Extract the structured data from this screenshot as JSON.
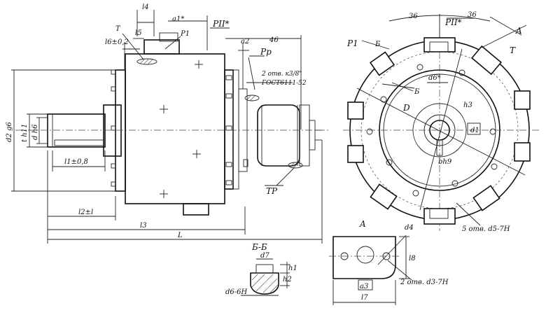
{
  "side_view": {
    "label_l4": "l4",
    "label_a1": "a1*",
    "label_P2": "PII*",
    "label_T": "T",
    "label_l5": "l5",
    "label_P1": "P1",
    "label_l6": "l6±0,2",
    "label_a2": "a2",
    "label_46": "46",
    "label_Pp": "Pp",
    "label_holes_note": "2 отв. к3/8\"",
    "label_standard": "ГОСТ6111-52",
    "label_d2": "d2 g6",
    "label_t": "t h11",
    "label_d": "d h6",
    "label_l1": "l1±0,8",
    "label_Tp": "TP",
    "label_l2": "l2±l",
    "label_l3": "l3",
    "label_L": "L"
  },
  "section_view": {
    "title": "Б-Б",
    "label_d7": "d7",
    "label_h1": "h1",
    "label_h2": "h2",
    "label_d6": "d6-6H"
  },
  "front_view": {
    "label_36_left": "36",
    "label_36_right": "36",
    "label_P2": "PII*",
    "label_A": "A",
    "label_T": "T",
    "label_P1": "P1",
    "label_B_top": "Б",
    "label_d6": "d6*",
    "label_B_mid": "Б",
    "label_h3": "h3",
    "label_D": "D",
    "label_d1": "d1",
    "label_b": "bh9",
    "label_holes": "5 отв. d5-7H"
  },
  "detail_a": {
    "title": "A",
    "label_d4": "d4",
    "label_l8": "l8",
    "label_a3": "a3",
    "label_l7": "l7",
    "label_holes": "2 отв. d3-7H"
  }
}
